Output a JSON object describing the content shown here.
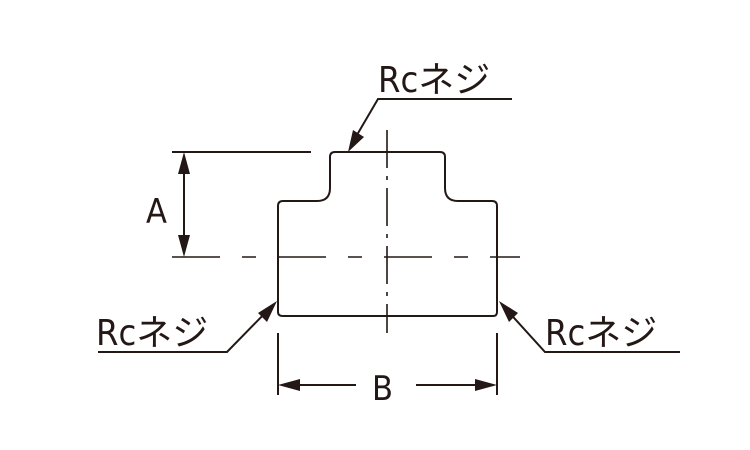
{
  "diagram": {
    "subject": "tee fitting",
    "line_color": "#231815",
    "background": "#ffffff",
    "labels": {
      "thread_top": "Rcネジ",
      "thread_left": "Rcネジ",
      "thread_right": "Rcネジ",
      "dim_a": "A",
      "dim_b": "B"
    }
  }
}
